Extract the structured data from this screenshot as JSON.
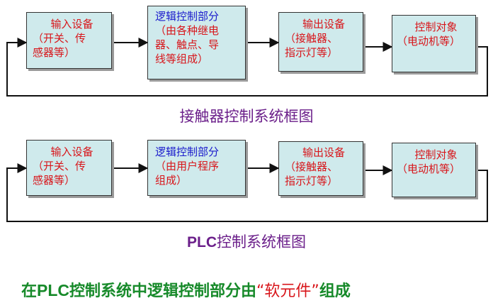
{
  "diagram1": {
    "input": {
      "l1": "输入设备",
      "l2": "（开关、传",
      "l3": "感器等）"
    },
    "logic": {
      "l1": "逻辑控制部分",
      "l2": "（由各种继电",
      "l3": "器、触点、导",
      "l4": "线等组成）"
    },
    "output": {
      "l1": "输出设备",
      "l2": "（接触器、",
      "l3": "指示灯等）"
    },
    "target": {
      "l1": "控制对象",
      "l2": "（电动机等）"
    },
    "caption": "接触器控制系统框图"
  },
  "diagram2": {
    "input": {
      "l1": "输入设备",
      "l2": "（开关、传",
      "l3": "感器等）"
    },
    "logic": {
      "l1": "逻辑控制部分",
      "l2": "（由用户程序",
      "l3": "组成）"
    },
    "output": {
      "l1": "输出设备",
      "l2": "（接触器、",
      "l3": "指示灯等）"
    },
    "target": {
      "l1": "控制对象",
      "l2": "（电动机等）"
    },
    "caption_latin": "PLC",
    "caption_rest": "控制系统框图"
  },
  "footer": {
    "p1": "在",
    "p2": "PLC",
    "p3": "控制系统中逻辑控制部分由",
    "p4": "“软元件”",
    "p5": "组成"
  },
  "colors": {
    "box_fill": "#cfeaec",
    "title_red": "#d8161b",
    "title_blue": "#1a1acc",
    "caption_purple": "#6b1f8a",
    "footer_green": "#178a2a"
  }
}
